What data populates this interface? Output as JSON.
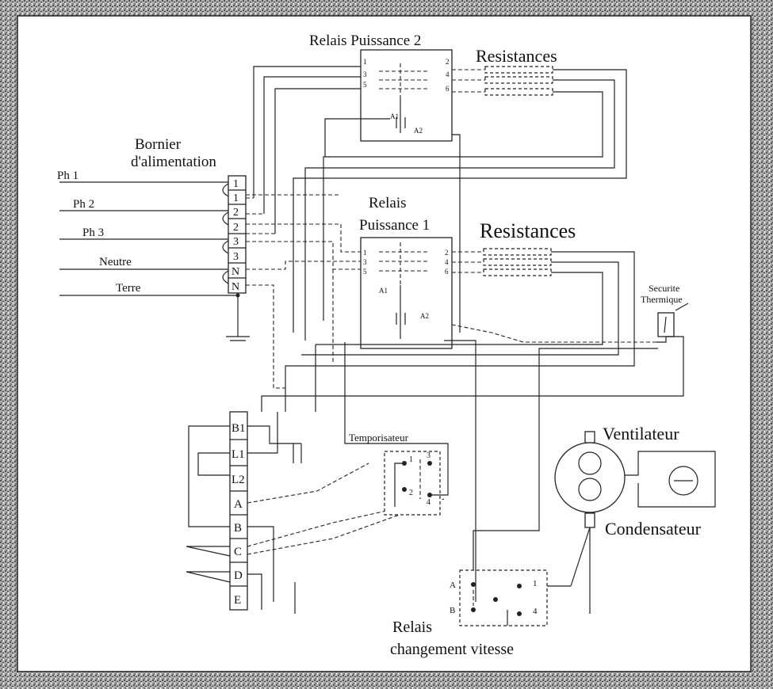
{
  "colors": {
    "border_noise": "#8a8a8a",
    "paper": "#ffffff",
    "ink": "#1a1a1a"
  },
  "labels": {
    "relais2_title": "Relais Puissance 2",
    "resistances_top": "Resistances",
    "bornier_line1": "Bornier",
    "bornier_line2": "d'alimentation",
    "ph1": "Ph 1",
    "ph2": "Ph 2",
    "ph3": "Ph 3",
    "neutre": "Neutre",
    "terre": "Terre",
    "relais1_line1": "Relais",
    "relais1_line2": "Puissance 1",
    "resistances_mid": "Resistances",
    "securite_line1": "Securite",
    "securite_line2": "Thermique",
    "temporisateur": "Temporisateur",
    "ventilateur": "Ventilateur",
    "condensateur": "Condensateur",
    "relais_vitesse_line1": "Relais",
    "relais_vitesse_line2": "changement vitesse"
  },
  "terminal_block_power": [
    "1",
    "1",
    "2",
    "2",
    "3",
    "3",
    "N",
    "N"
  ],
  "terminal_block_control": [
    "B1",
    "L1",
    "L2",
    "A",
    "B",
    "C",
    "D",
    "E"
  ],
  "relais2_pins": {
    "left": [
      "1",
      "3",
      "5"
    ],
    "right": [
      "2",
      "4",
      "6"
    ],
    "coil": [
      "A1",
      "A2"
    ]
  },
  "relais1_pins": {
    "left": [
      "1",
      "3",
      "5"
    ],
    "right": [
      "2",
      "4",
      "6"
    ],
    "coil": [
      "A1",
      "A2"
    ]
  },
  "temporisateur_pins": [
    "1",
    "2",
    "3",
    "4"
  ],
  "vitesse_pins": [
    "A",
    "B",
    "1",
    "4"
  ]
}
